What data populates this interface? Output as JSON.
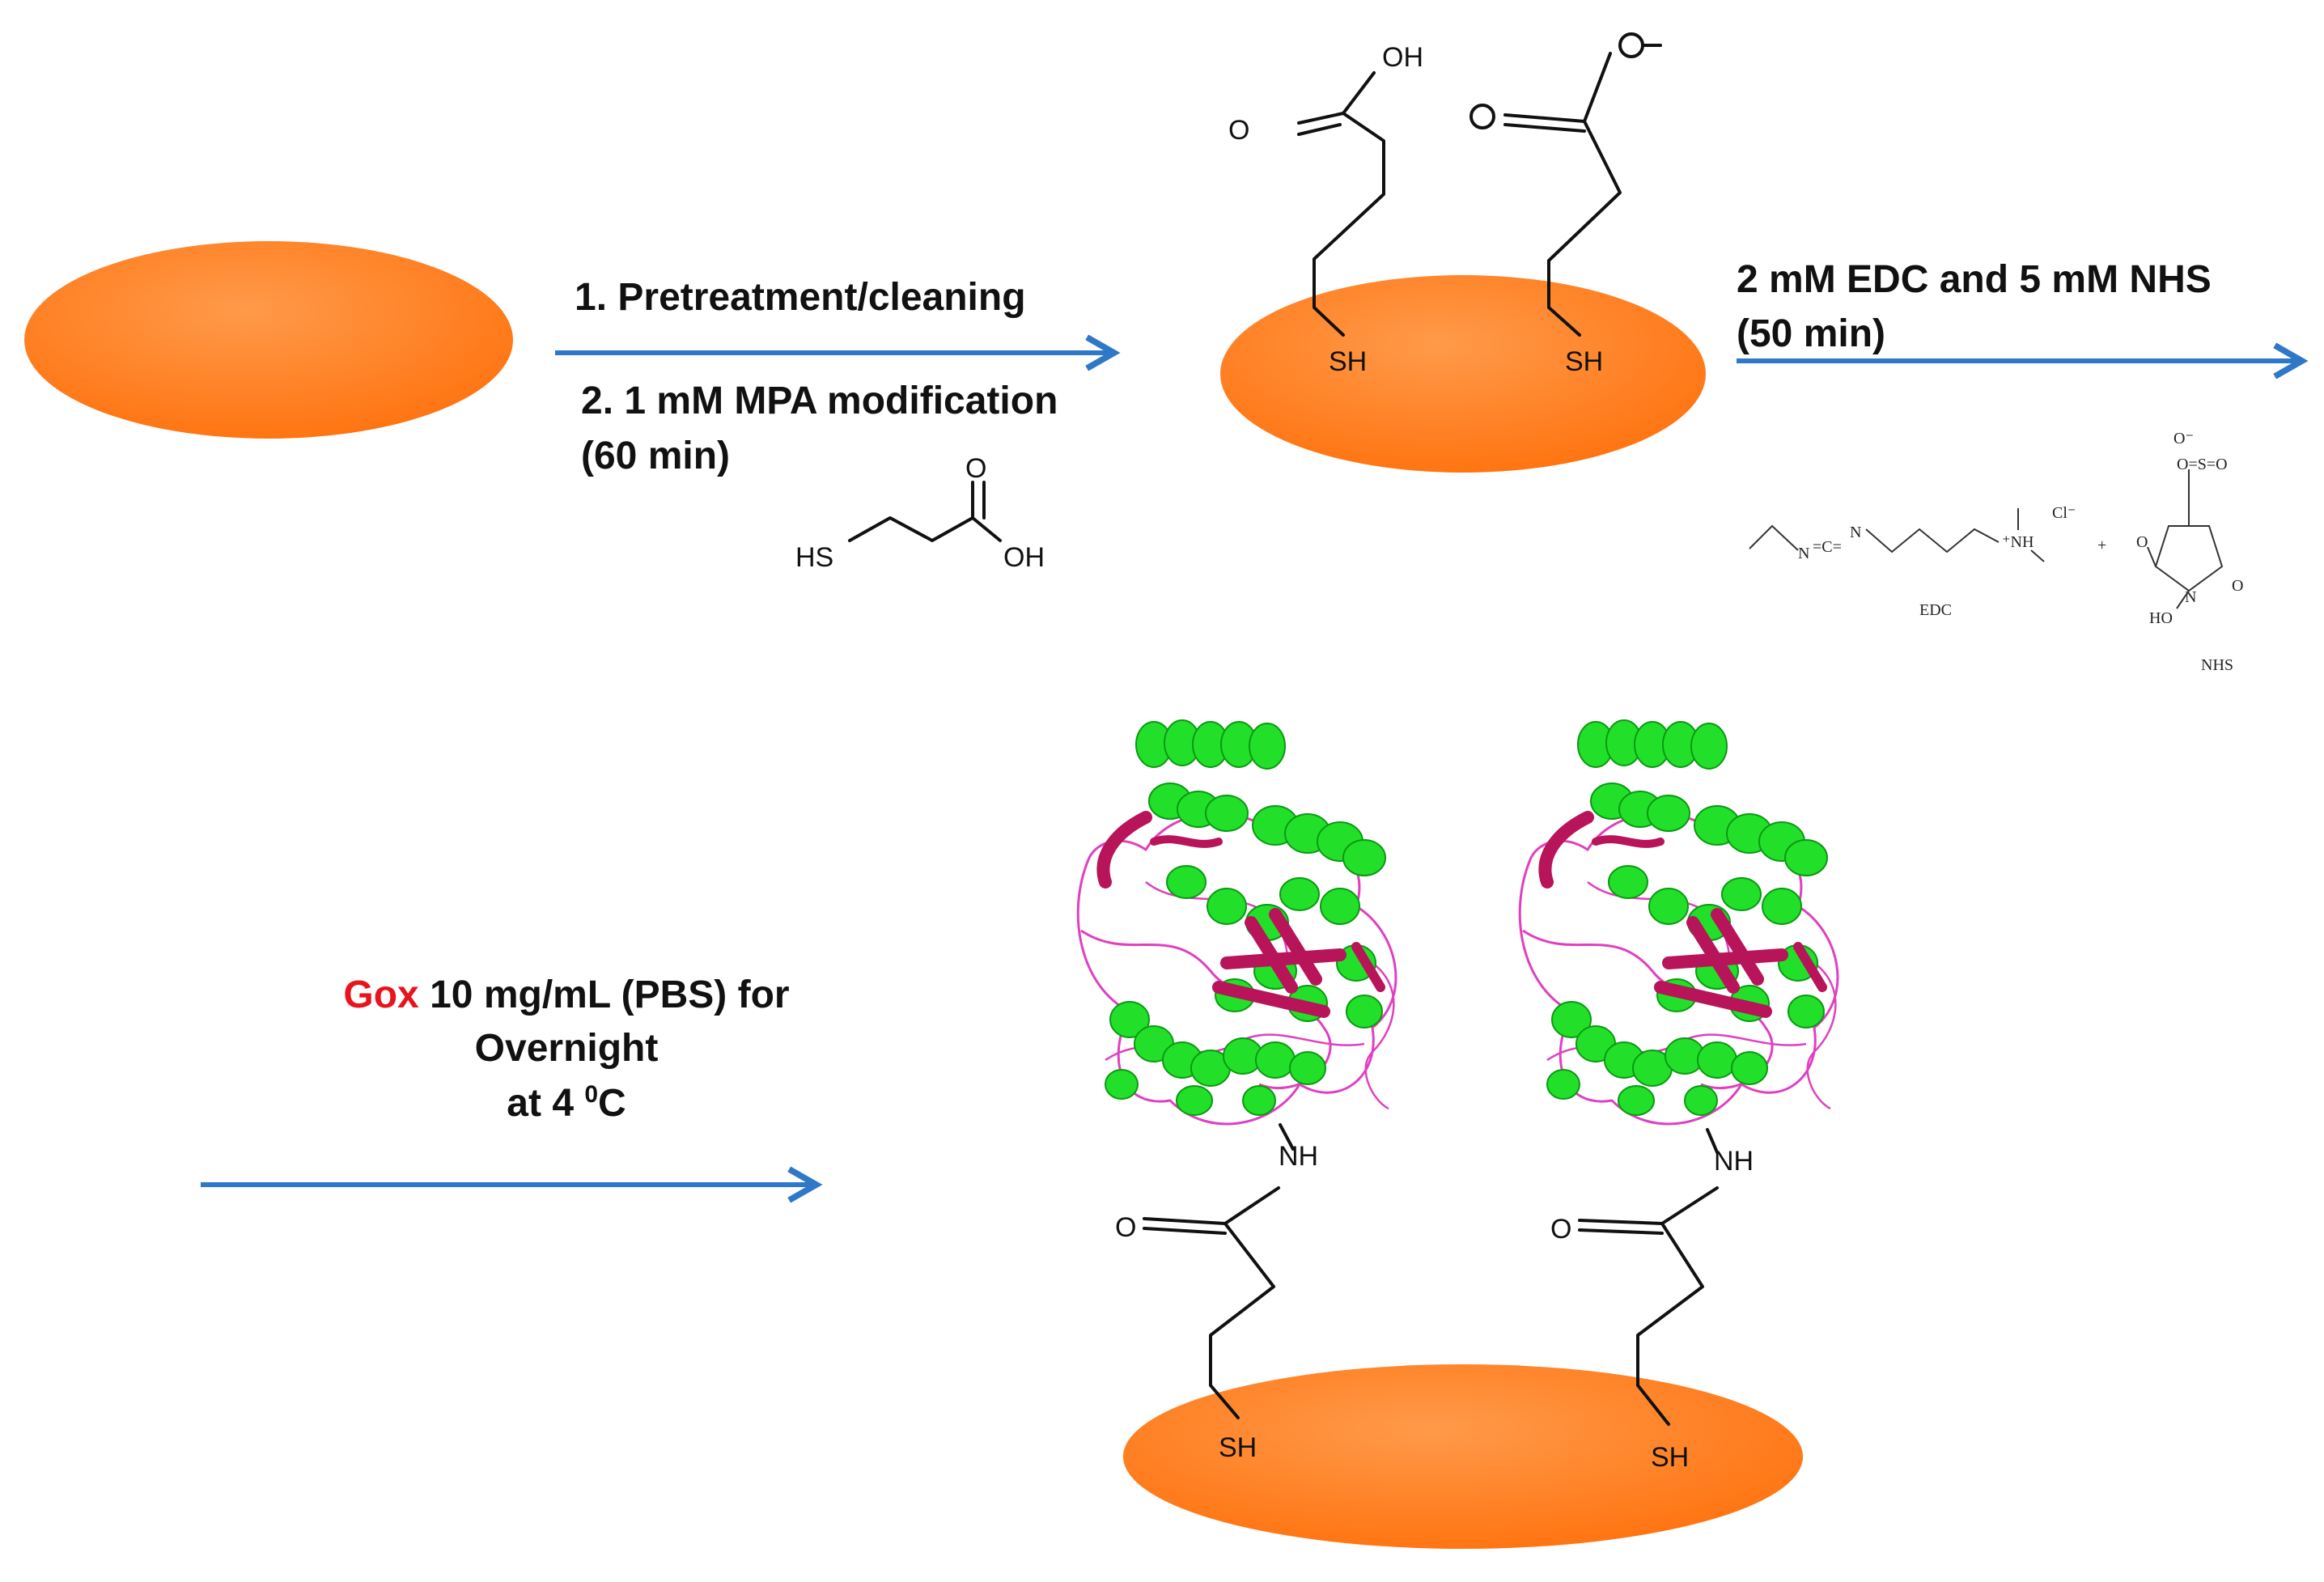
{
  "step1": {
    "line1": "1. Pretreatment/cleaning",
    "line2": "2. 1 mM MPA modification",
    "line3": "(60 min)",
    "reagent": {
      "hs": "HS",
      "o": "O",
      "oh": "OH"
    }
  },
  "step2": {
    "line1": "2 mM EDC and 5 mM NHS",
    "line2": "(50 min)",
    "edc_label": "EDC",
    "nhs_label": "NHS",
    "edc_charge": "Cl⁻",
    "edc_nh": "⁺NH",
    "plus": "+",
    "nhs_o": "O",
    "nhs_n": "N",
    "nhs_ho": "HO",
    "nhs_so3": "O=S=O",
    "nhs_ominus": "O⁻"
  },
  "step3": {
    "gox": "Gox",
    "line1_rest": " 10 mg/mL (PBS) for",
    "line2": "Overnight",
    "line3_pre": "at 4 ",
    "line3_sup": "0",
    "line3_post": "C"
  },
  "labels": {
    "sh": "SH",
    "o": "O",
    "oh": "OH",
    "nh": "NH"
  },
  "colors": {
    "electrode": "#ff7a1a",
    "arrow": "#2f78c8",
    "gox_red": "#e8141c",
    "helix": "#22e02a",
    "sheet": "#b8145a",
    "coil": "#e040c0"
  }
}
